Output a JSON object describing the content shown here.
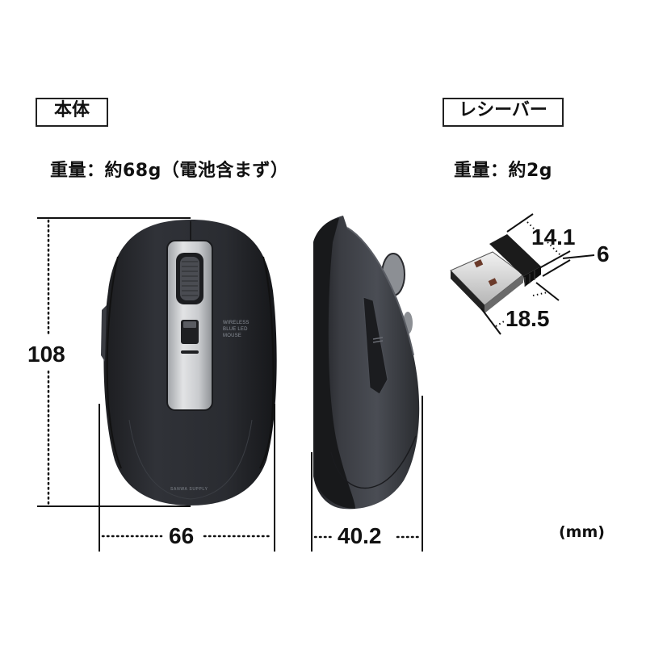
{
  "body_section": {
    "label": "本体",
    "weight": "重量：約68g（電池含まず）"
  },
  "receiver_section": {
    "label": "レシーバー",
    "weight": "重量：約2g"
  },
  "mouse_top_view": {
    "print_text": [
      "WIRELESS",
      "BLUE LED",
      "MOUSE"
    ],
    "brand": "SANWA SUPPLY",
    "height_dim": "108",
    "width_dim": "66"
  },
  "mouse_side_view": {
    "depth_dim": "40.2"
  },
  "receiver_view": {
    "dims": [
      "14.1",
      "6",
      "18.5"
    ]
  },
  "unit": "(mm)",
  "colors": {
    "mouse_body": "#2b2d31",
    "silver_strip": "#c8cacd",
    "text": "#111111"
  }
}
